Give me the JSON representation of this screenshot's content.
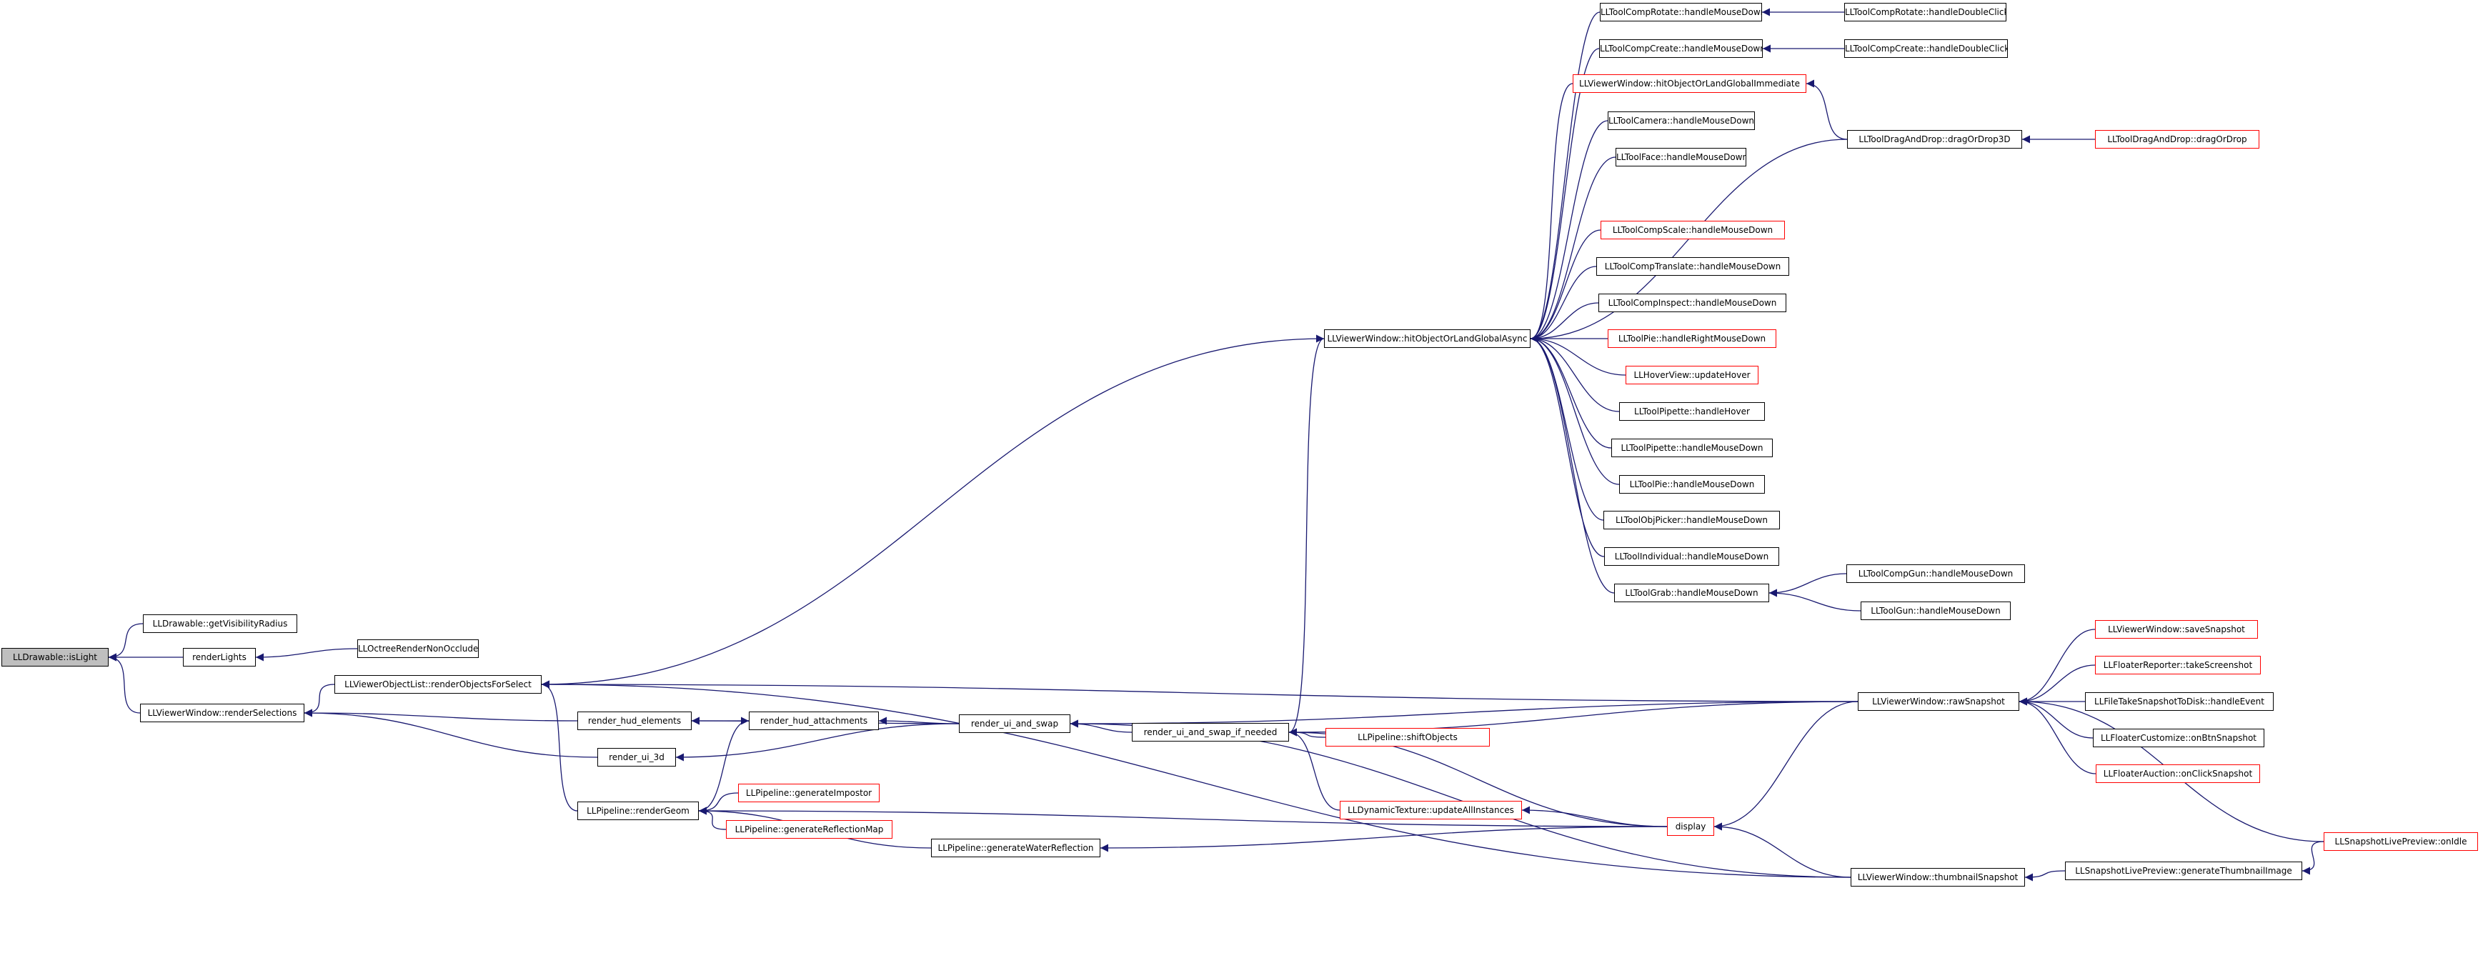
{
  "colors": {
    "edge": "#191970",
    "node_border": "#000000",
    "external_border": "#ff0000",
    "focus_fill": "#bfbfbf"
  },
  "nodes": [
    {
      "id": "is_light",
      "label": "LLDrawable::isLight",
      "style": "focus"
    },
    {
      "id": "get_vis",
      "label": "LLDrawable::getVisibilityRadius",
      "style": "normal"
    },
    {
      "id": "render_lights",
      "label": "renderLights",
      "style": "normal"
    },
    {
      "id": "octree_visit",
      "label": "LLOctreeRenderNonOccluded::visit",
      "style": "normal"
    },
    {
      "id": "render_sel",
      "label": "LLViewerWindow::renderSelections",
      "style": "normal"
    },
    {
      "id": "render_obj_sel",
      "label": "LLViewerObjectList::renderObjectsForSelect",
      "style": "normal"
    },
    {
      "id": "hud_el",
      "label": "render_hud_elements",
      "style": "normal"
    },
    {
      "id": "hud_att",
      "label": "render_hud_attachments",
      "style": "normal"
    },
    {
      "id": "ui3d",
      "label": "render_ui_3d",
      "style": "normal"
    },
    {
      "id": "render_geom",
      "label": "LLPipeline::renderGeom",
      "style": "normal"
    },
    {
      "id": "gen_impostor",
      "label": "LLPipeline::generateImpostor",
      "style": "red"
    },
    {
      "id": "gen_refl",
      "label": "LLPipeline::generateReflectionMap",
      "style": "red"
    },
    {
      "id": "gen_water",
      "label": "LLPipeline::generateWaterReflection",
      "style": "normal"
    },
    {
      "id": "ui_swap",
      "label": "render_ui_and_swap",
      "style": "normal"
    },
    {
      "id": "ui_swap_if",
      "label": "render_ui_and_swap_if_needed",
      "style": "normal"
    },
    {
      "id": "shift_obj",
      "label": "LLPipeline::shiftObjects",
      "style": "red"
    },
    {
      "id": "dyn_tex",
      "label": "LLDynamicTexture::updateAllInstances",
      "style": "red"
    },
    {
      "id": "display",
      "label": "display",
      "style": "red"
    },
    {
      "id": "hit_async",
      "label": "LLViewerWindow::hitObjectOrLandGlobalAsync",
      "style": "normal"
    },
    {
      "id": "rot_down",
      "label": "LLToolCompRotate::handleMouseDown",
      "style": "normal"
    },
    {
      "id": "rot_dbl",
      "label": "LLToolCompRotate::handleDoubleClick",
      "style": "normal"
    },
    {
      "id": "create_down",
      "label": "LLToolCompCreate::handleMouseDown",
      "style": "normal"
    },
    {
      "id": "create_dbl",
      "label": "LLToolCompCreate::handleDoubleClick",
      "style": "normal"
    },
    {
      "id": "hit_imm",
      "label": "LLViewerWindow::hitObjectOrLandGlobalImmediate",
      "style": "red"
    },
    {
      "id": "camera",
      "label": "LLToolCamera::handleMouseDown",
      "style": "normal"
    },
    {
      "id": "face",
      "label": "LLToolFace::handleMouseDown",
      "style": "normal"
    },
    {
      "id": "drag3d",
      "label": "LLToolDragAndDrop::dragOrDrop3D",
      "style": "normal"
    },
    {
      "id": "dragdrop",
      "label": "LLToolDragAndDrop::dragOrDrop",
      "style": "red"
    },
    {
      "id": "scale",
      "label": "LLToolCompScale::handleMouseDown",
      "style": "red"
    },
    {
      "id": "translate",
      "label": "LLToolCompTranslate::handleMouseDown",
      "style": "normal"
    },
    {
      "id": "inspect",
      "label": "LLToolCompInspect::handleMouseDown",
      "style": "normal"
    },
    {
      "id": "pie_right",
      "label": "LLToolPie::handleRightMouseDown",
      "style": "red"
    },
    {
      "id": "hover",
      "label": "LLHoverView::updateHover",
      "style": "red"
    },
    {
      "id": "pip_hover",
      "label": "LLToolPipette::handleHover",
      "style": "normal"
    },
    {
      "id": "pip_down",
      "label": "LLToolPipette::handleMouseDown",
      "style": "normal"
    },
    {
      "id": "pie_down",
      "label": "LLToolPie::handleMouseDown",
      "style": "normal"
    },
    {
      "id": "objpick",
      "label": "LLToolObjPicker::handleMouseDown",
      "style": "normal"
    },
    {
      "id": "indiv",
      "label": "LLToolIndividual::handleMouseDown",
      "style": "normal"
    },
    {
      "id": "grab",
      "label": "LLToolGrab::handleMouseDown",
      "style": "normal"
    },
    {
      "id": "compgun",
      "label": "LLToolCompGun::handleMouseDown",
      "style": "normal"
    },
    {
      "id": "gun",
      "label": "LLToolGun::handleMouseDown",
      "style": "normal"
    },
    {
      "id": "raw_snap",
      "label": "LLViewerWindow::rawSnapshot",
      "style": "normal"
    },
    {
      "id": "save_snap",
      "label": "LLViewerWindow::saveSnapshot",
      "style": "red"
    },
    {
      "id": "reporter",
      "label": "LLFloaterReporter::takeScreenshot",
      "style": "red"
    },
    {
      "id": "file_take",
      "label": "LLFileTakeSnapshotToDisk::handleEvent",
      "style": "normal"
    },
    {
      "id": "customize",
      "label": "LLFloaterCustomize::onBtnSnapshot",
      "style": "normal"
    },
    {
      "id": "auction",
      "label": "LLFloaterAuction::onClickSnapshot",
      "style": "red"
    },
    {
      "id": "onidle",
      "label": "LLSnapshotLivePreview::onIdle",
      "style": "red"
    },
    {
      "id": "thumb",
      "label": "LLViewerWindow::thumbnailSnapshot",
      "style": "normal"
    },
    {
      "id": "gen_thumb",
      "label": "LLSnapshotLivePreview::generateThumbnailImage",
      "style": "normal"
    }
  ],
  "edges": [
    [
      "get_vis",
      "is_light"
    ],
    [
      "render_lights",
      "is_light"
    ],
    [
      "render_sel",
      "is_light"
    ],
    [
      "octree_visit",
      "render_lights"
    ],
    [
      "render_obj_sel",
      "render_sel"
    ],
    [
      "hud_el",
      "render_sel"
    ],
    [
      "ui3d",
      "render_sel"
    ],
    [
      "hit_async",
      "render_obj_sel"
    ],
    [
      "raw_snap",
      "render_obj_sel"
    ],
    [
      "render_geom",
      "render_obj_sel"
    ],
    [
      "thumb",
      "render_obj_sel"
    ],
    [
      "hud_att",
      "hud_el"
    ],
    [
      "ui_swap",
      "hud_el"
    ],
    [
      "ui_swap",
      "hud_att"
    ],
    [
      "render_geom",
      "hud_att"
    ],
    [
      "ui_swap",
      "ui3d"
    ],
    [
      "gen_impostor",
      "render_geom"
    ],
    [
      "gen_refl",
      "render_geom"
    ],
    [
      "gen_water",
      "render_geom"
    ],
    [
      "display",
      "render_geom"
    ],
    [
      "display",
      "gen_water"
    ],
    [
      "ui_swap_if",
      "ui_swap"
    ],
    [
      "raw_snap",
      "ui_swap"
    ],
    [
      "thumb",
      "ui_swap"
    ],
    [
      "raw_snap",
      "ui_swap_if"
    ],
    [
      "shift_obj",
      "ui_swap_if"
    ],
    [
      "dyn_tex",
      "ui_swap_if"
    ],
    [
      "display",
      "ui_swap_if"
    ],
    [
      "display",
      "dyn_tex"
    ],
    [
      "raw_snap",
      "display"
    ],
    [
      "thumb",
      "display"
    ],
    [
      "ui_swap_if",
      "hit_async"
    ],
    [
      "rot_down",
      "hit_async"
    ],
    [
      "create_down",
      "hit_async"
    ],
    [
      "hit_imm",
      "hit_async"
    ],
    [
      "camera",
      "hit_async"
    ],
    [
      "face",
      "hit_async"
    ],
    [
      "drag3d",
      "hit_async"
    ],
    [
      "scale",
      "hit_async"
    ],
    [
      "translate",
      "hit_async"
    ],
    [
      "inspect",
      "hit_async"
    ],
    [
      "pie_right",
      "hit_async"
    ],
    [
      "hover",
      "hit_async"
    ],
    [
      "pip_hover",
      "hit_async"
    ],
    [
      "pip_down",
      "hit_async"
    ],
    [
      "pie_down",
      "hit_async"
    ],
    [
      "objpick",
      "hit_async"
    ],
    [
      "indiv",
      "hit_async"
    ],
    [
      "grab",
      "hit_async"
    ],
    [
      "rot_dbl",
      "rot_down"
    ],
    [
      "create_dbl",
      "create_down"
    ],
    [
      "drag3d",
      "hit_imm"
    ],
    [
      "dragdrop",
      "drag3d"
    ],
    [
      "compgun",
      "grab"
    ],
    [
      "gun",
      "grab"
    ],
    [
      "save_snap",
      "raw_snap"
    ],
    [
      "reporter",
      "raw_snap"
    ],
    [
      "file_take",
      "raw_snap"
    ],
    [
      "customize",
      "raw_snap"
    ],
    [
      "auction",
      "raw_snap"
    ],
    [
      "onidle",
      "raw_snap"
    ],
    [
      "gen_thumb",
      "thumb"
    ],
    [
      "onidle",
      "gen_thumb"
    ]
  ]
}
